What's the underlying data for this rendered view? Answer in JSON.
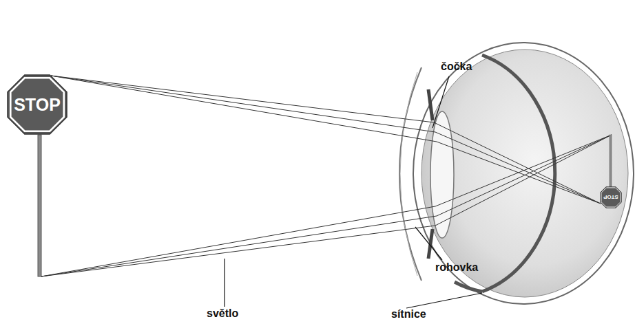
{
  "diagram": {
    "nodes": [
      {
        "text": [
          "STOP"
        ]
      },
      {
        "text": [
          "STOP"
        ]
      }
    ],
    "labels": [
      "čočka",
      "rohovka",
      "světlo",
      "sítnice"
    ]
  }
}
